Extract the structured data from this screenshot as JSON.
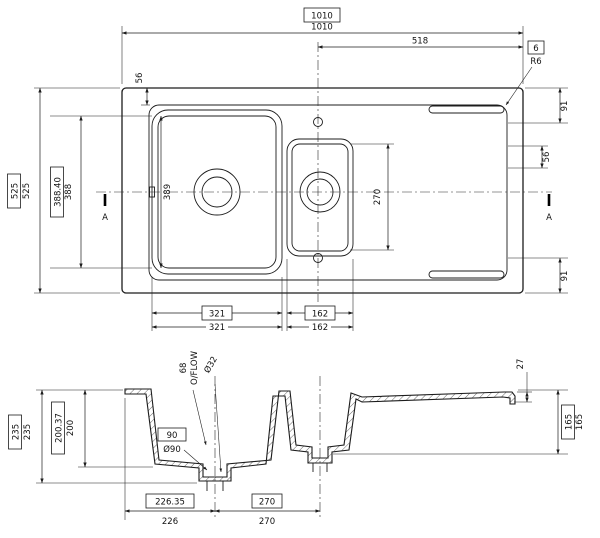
{
  "top": {
    "width_ref": "1010",
    "width": "1010",
    "drainer_width": "518",
    "radius_ref": "6",
    "radius": "R6",
    "rim_offset": "56",
    "height_ref": "525",
    "height": "525",
    "bowl_height_ref": "388.40",
    "bowl_height": "388",
    "bowl_height_inner": "389",
    "right_offset_top": "91",
    "right_offset_mid": "56",
    "right_offset_bottom": "91",
    "small_bowl_height": "270",
    "section": "A",
    "bowl_width_ref": "321",
    "bowl_width": "321",
    "small_bowl_width_ref": "162",
    "small_bowl_width": "162"
  },
  "sec": {
    "overflow_height": "68",
    "overflow_label": "O/FLOW",
    "waste_diameter": "Ø32",
    "drainer_thickness": "27",
    "depth_ref": "235",
    "depth": "235",
    "bowl_depth_ref": "200.37",
    "bowl_depth": "200",
    "drain_ref": "90",
    "drain_diameter": "Ø90",
    "small_bowl_depth_ref": "165",
    "small_bowl_depth": "165",
    "bowl_center_ref": "226.35",
    "bowl_center": "226",
    "bowl_spacing_ref": "270",
    "bowl_spacing": "270"
  }
}
